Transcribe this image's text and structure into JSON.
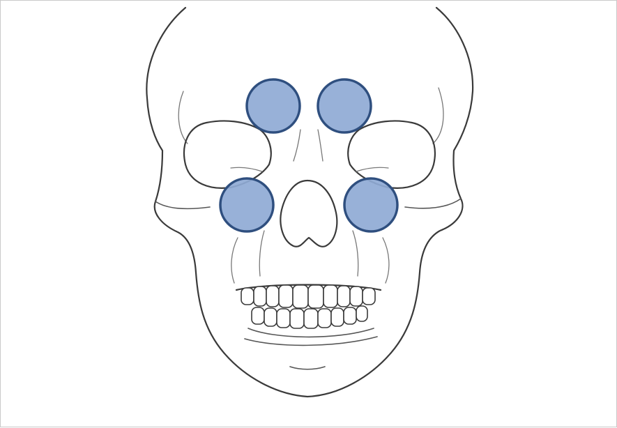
{
  "diagram": {
    "subject": "skull-front-view",
    "marker_color": "#8faad5",
    "marker_stroke": "#2f4f7f",
    "markers": [
      {
        "name": "marker-upper-left"
      },
      {
        "name": "marker-upper-right"
      },
      {
        "name": "marker-lower-left"
      },
      {
        "name": "marker-lower-right"
      }
    ]
  }
}
